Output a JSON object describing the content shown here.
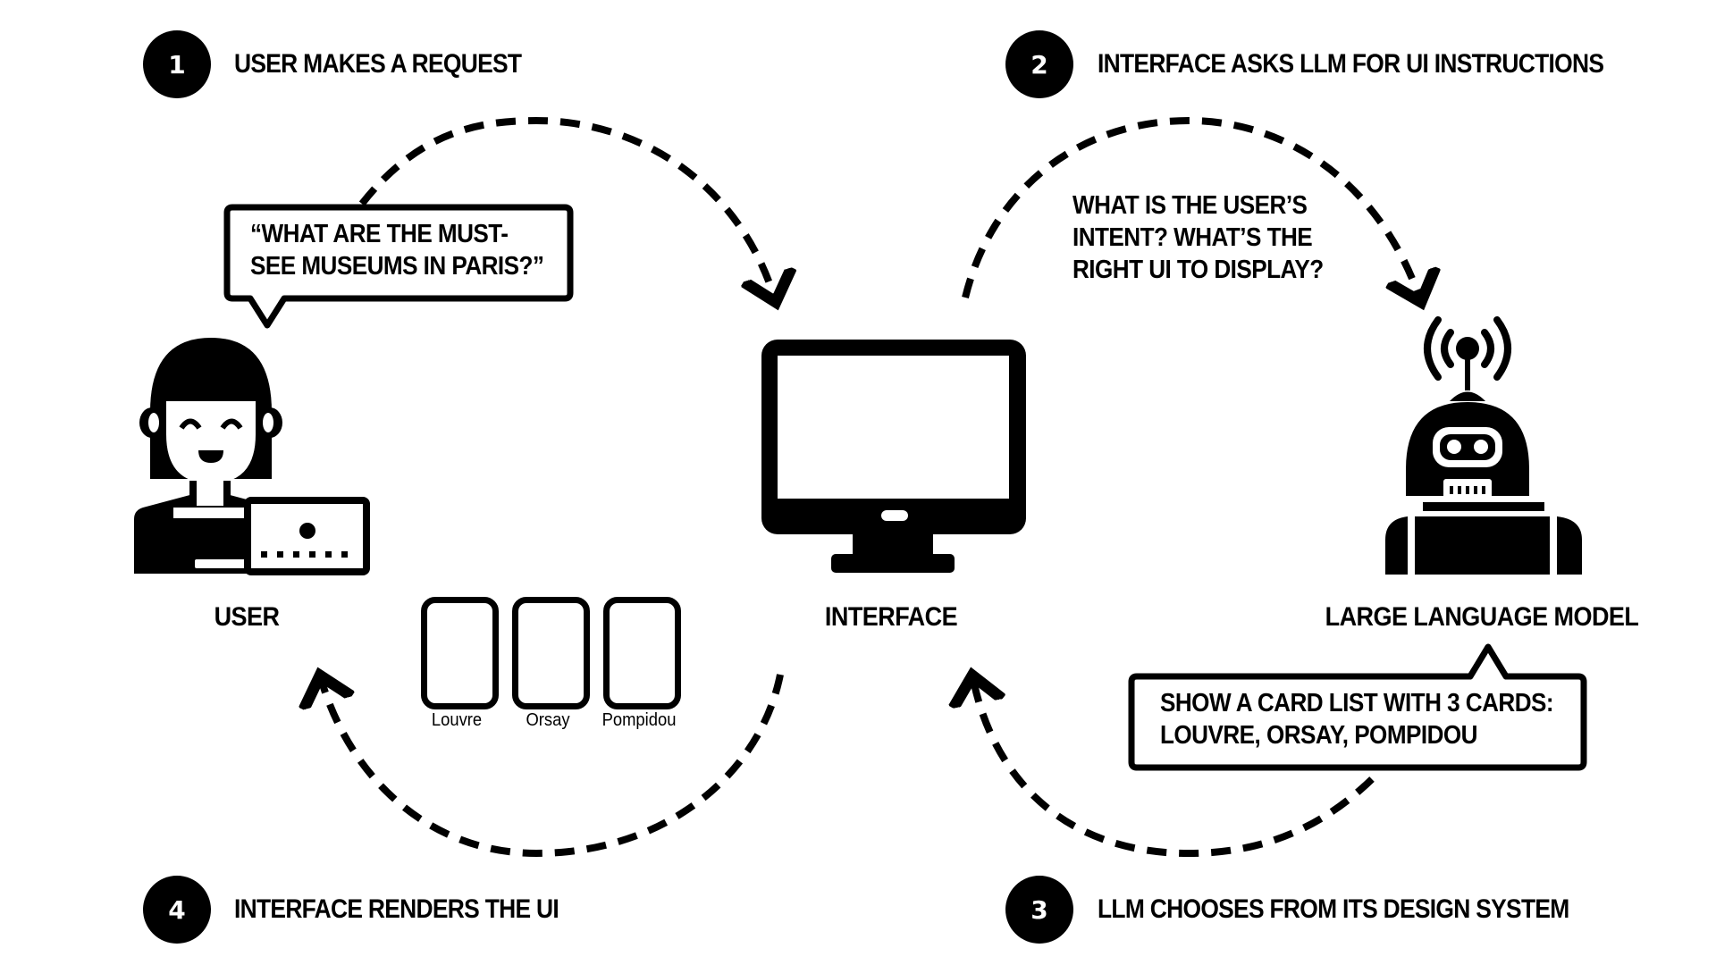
{
  "steps": [
    {
      "number": "1",
      "title": "USER MAKES A REQUEST"
    },
    {
      "number": "2",
      "title": "INTERFACE ASKS LLM FOR UI INSTRUCTIONS"
    },
    {
      "number": "3",
      "title": "LLM CHOOSES FROM ITS DESIGN SYSTEM"
    },
    {
      "number": "4",
      "title": "INTERFACE RENDERS THE UI"
    }
  ],
  "nodes": {
    "user": {
      "label": "USER",
      "icon": "user-with-laptop-icon"
    },
    "interface": {
      "label": "INTERFACE",
      "icon": "desktop-monitor-icon"
    },
    "llm": {
      "label": "LARGE LANGUAGE MODEL",
      "icon": "robot-icon"
    }
  },
  "user_bubble": {
    "lines": [
      "“WHAT ARE THE MUST-",
      "SEE MUSEUMS IN PARIS?”"
    ]
  },
  "interface_question": {
    "lines": [
      "WHAT IS THE USER’S",
      "INTENT? WHAT’S THE",
      "RIGHT UI TO DISPLAY?"
    ]
  },
  "llm_bubble": {
    "lines": [
      "SHOW A CARD LIST WITH 3 CARDS:",
      "LOUVRE, ORSAY, POMPIDOU"
    ]
  },
  "rendered_cards": [
    {
      "label": "Louvre"
    },
    {
      "label": "Orsay"
    },
    {
      "label": "Pompidou"
    }
  ],
  "arrows": [
    {
      "from": "user",
      "to": "interface",
      "style": "dashed"
    },
    {
      "from": "interface",
      "to": "llm",
      "style": "dashed"
    },
    {
      "from": "llm",
      "to": "interface",
      "style": "dashed"
    },
    {
      "from": "interface",
      "to": "user",
      "style": "dashed"
    }
  ],
  "colors": {
    "ink": "#000000",
    "background": "#ffffff"
  }
}
